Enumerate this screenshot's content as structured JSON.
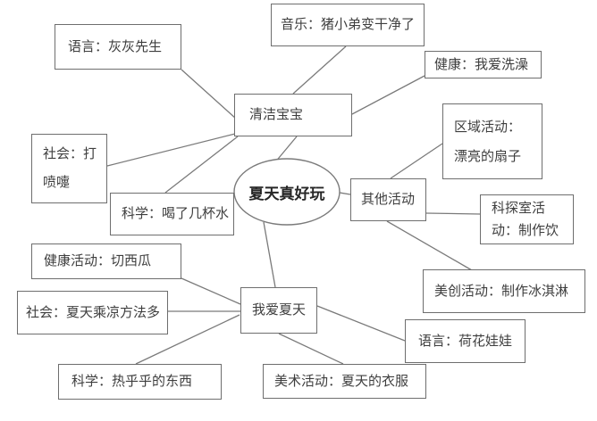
{
  "center": {
    "label": "夏天真好玩"
  },
  "nodes": {
    "yuyan_huihui": "语言：灰灰先生",
    "yinyue": "音乐：猪小弟变干净了",
    "jiankang_xizao": "健康：我爱洗澡",
    "qingjie": "清洁宝宝",
    "quyu": "区域活动：\n漂亮的扇子",
    "shehui_da": "社会：打\n喷嚏",
    "kexue_heshui": "科学：喝了几杯水",
    "qita": "其他活动",
    "ketan": "科探室活\n动：制作饮",
    "jiankang_xigua": "健康活动：切西瓜",
    "shehui_chengliang": "社会：夏天乘凉方法多",
    "meichuang": "美创活动：制作冰淇淋",
    "woai": "我爱夏天",
    "yuyan_hehua": "语言：荷花娃娃",
    "kexue_rehuhu": "科学：热乎乎的东西",
    "meishu": "美术活动：夏天的衣服"
  },
  "colors": {
    "background": "#ffffff",
    "border": "#6e6e6e",
    "line": "#7a7a7a",
    "text": "#3e3e3e",
    "center_text": "#262626"
  }
}
